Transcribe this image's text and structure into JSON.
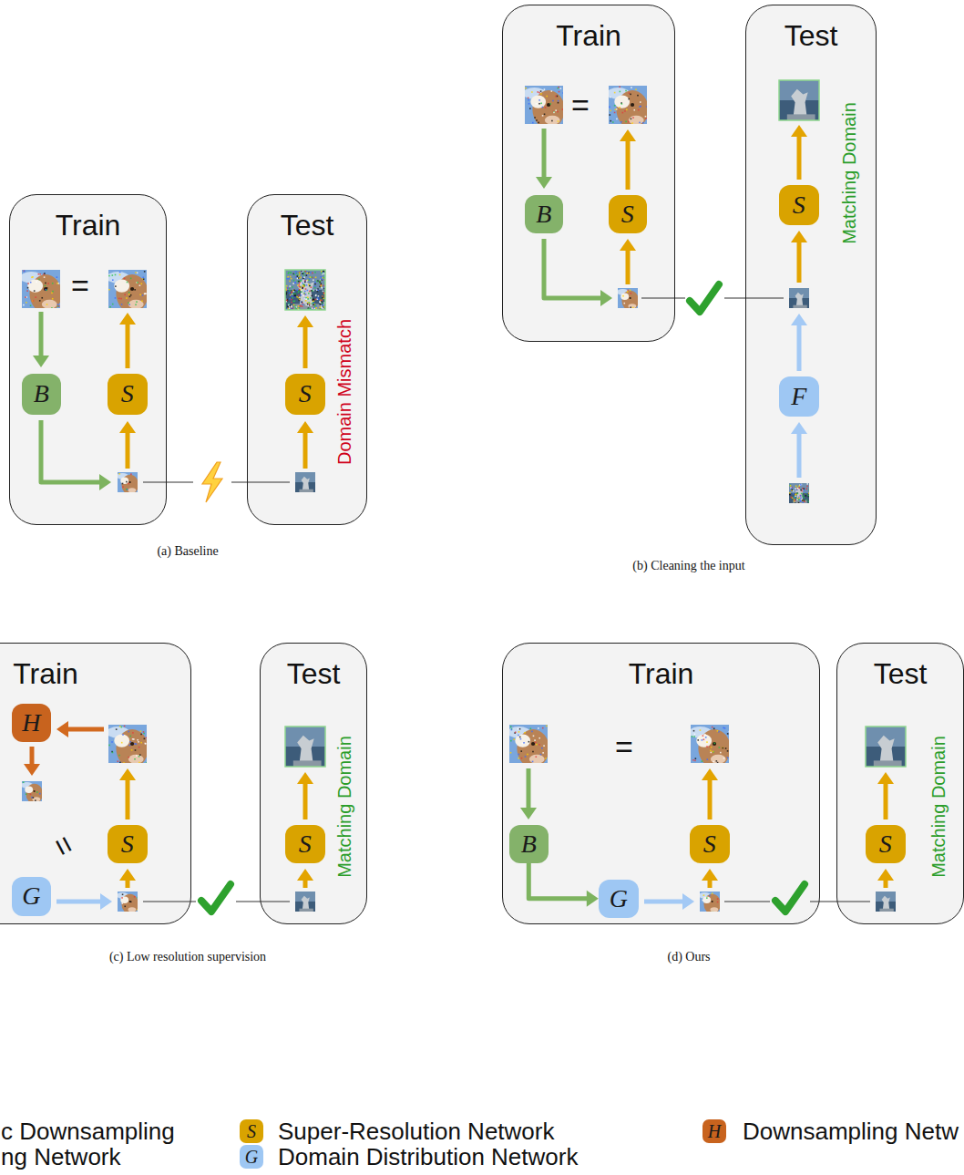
{
  "diagram": {
    "nodes": [
      {
        "text": [
          "Train"
        ]
      },
      {
        "text": [
          "B"
        ],
        "in": 0
      },
      {
        "text": [
          "S"
        ],
        "in": 0
      },
      {
        "text": [
          "Test"
        ]
      },
      {
        "text": [
          "S"
        ],
        "in": 3
      },
      {
        "text": [
          "Train"
        ]
      },
      {
        "text": [
          "B"
        ],
        "in": 5
      },
      {
        "text": [
          "S"
        ],
        "in": 5
      },
      {
        "text": [
          "Test"
        ]
      },
      {
        "text": [
          "S"
        ],
        "in": 8
      },
      {
        "text": [
          "F"
        ],
        "in": 8
      },
      {
        "text": [
          "Train"
        ]
      },
      {
        "text": [
          "H"
        ],
        "in": 11
      },
      {
        "text": [
          "S"
        ],
        "in": 11
      },
      {
        "text": [
          "G"
        ],
        "in": 11
      },
      {
        "text": [
          "Test"
        ]
      },
      {
        "text": [
          "S"
        ],
        "in": 15
      },
      {
        "text": [
          "Train"
        ]
      },
      {
        "text": [
          "B"
        ],
        "in": 17
      },
      {
        "text": [
          "G"
        ],
        "in": 17
      },
      {
        "text": [
          "S"
        ],
        "in": 17
      },
      {
        "text": [
          "Test"
        ]
      },
      {
        "text": [
          "S"
        ],
        "in": 21
      }
    ],
    "edges": [
      {
        "from": 18,
        "to": 19,
        "arrow": "to"
      }
    ],
    "labels": [
      "=",
      "Domain Mismatch",
      "(a) Baseline",
      "=",
      "Matching Domain",
      "(b) Cleaning the input",
      "=",
      "Matching Domain",
      "(c) Low resolution supervision",
      "=",
      "Matching Domain",
      "(d) Ours",
      "S",
      "H",
      "G"
    ],
    "legend": [
      {
        "text": "c Downsampling"
      },
      {
        "text": "Super-Resolution Network",
        "color": "#d9a300"
      },
      {
        "text": "Downsampling Netw",
        "color": "#c8631e"
      },
      {
        "text": "ng Network"
      },
      {
        "text": "Domain Distribution Network",
        "color": "#9ec7f3"
      }
    ]
  }
}
